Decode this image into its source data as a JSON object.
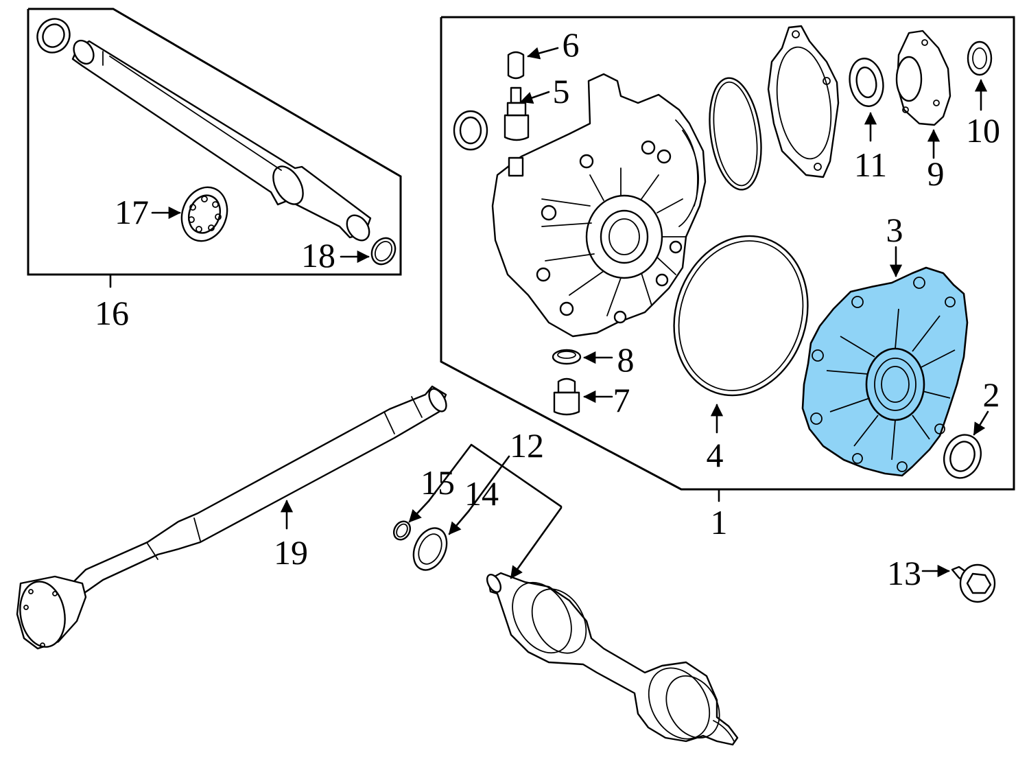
{
  "colors": {
    "highlight": "#8fd3f6",
    "line": "#000000",
    "background": "#ffffff"
  },
  "callouts": {
    "c1": "1",
    "c2": "2",
    "c3": "3",
    "c4": "4",
    "c5": "5",
    "c6": "6",
    "c7": "7",
    "c8": "8",
    "c9": "9",
    "c10": "10",
    "c11": "11",
    "c12": "12",
    "c13": "13",
    "c14": "14",
    "c15": "15",
    "c16": "16",
    "c17": "17",
    "c18": "18",
    "c19": "19"
  },
  "highlighted_part": "3"
}
